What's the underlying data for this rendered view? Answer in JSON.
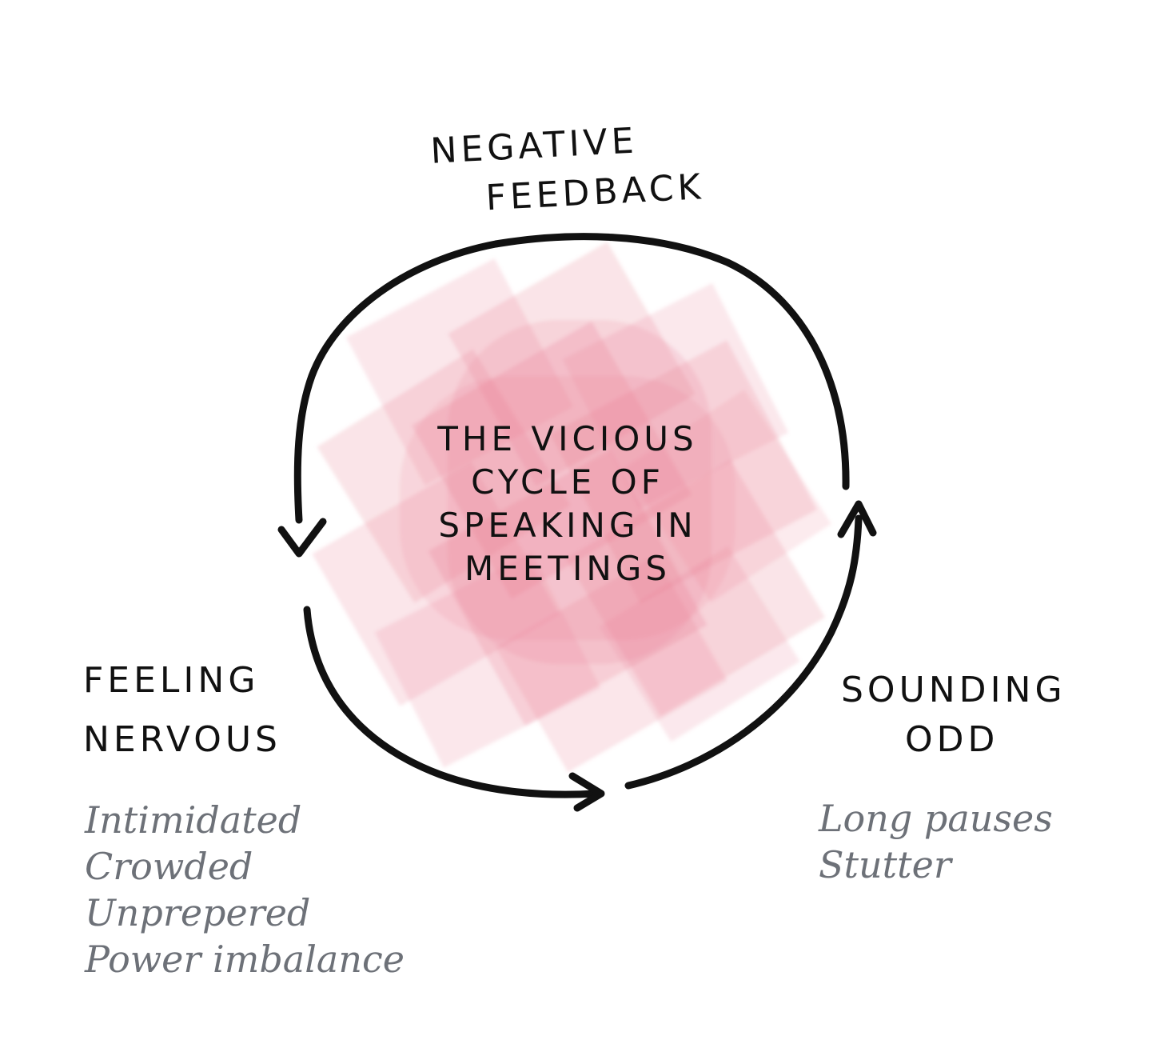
{
  "center": {
    "lines": [
      "The Vicious",
      "Cycle of",
      "Speaking in",
      "Meetings"
    ]
  },
  "nodes": {
    "top": {
      "lines": [
        "Negative",
        "Feedback"
      ]
    },
    "left": {
      "lines": [
        "Feeling",
        "Nervous"
      ],
      "details": [
        "Intimidated",
        "Crowded",
        "Unprepered",
        "Power imbalance"
      ]
    },
    "right": {
      "lines": [
        "Sounding",
        "Odd"
      ],
      "details": [
        "Long pauses",
        "Stutter"
      ]
    }
  },
  "colors": {
    "blob": "#e8788e",
    "ink": "#111111",
    "detail_text": "#6d7178",
    "background": "#ffffff"
  }
}
